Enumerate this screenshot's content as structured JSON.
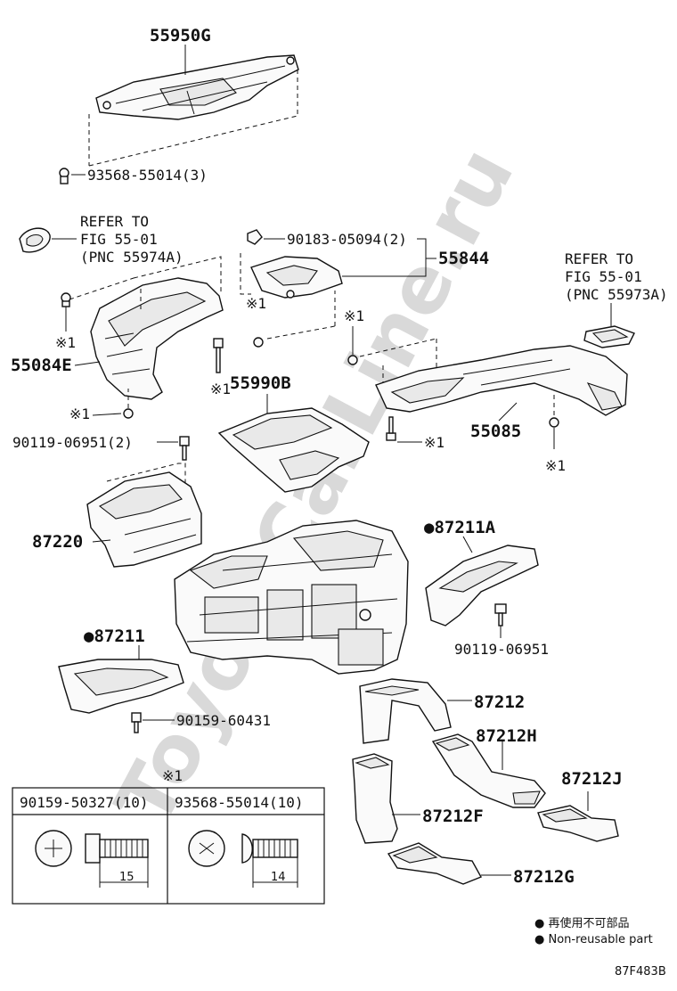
{
  "watermark": "ToyotaCarLine.ru",
  "labels": {
    "p55950G": "55950G",
    "p93568_top": "93568-55014(3)",
    "refer_left_1": "REFER TO",
    "refer_left_2": "FIG 55-01",
    "refer_left_3": "(PNC 55974A)",
    "p90183": "90183-05094(2)",
    "p55844": "55844",
    "refer_right_1": "REFER TO",
    "refer_right_2": "FIG 55-01",
    "refer_right_3": "(PNC 55973A)",
    "p55084E": "55084E",
    "p55990B": "55990B",
    "p55085": "55085",
    "p90119_2": "90119-06951(2)",
    "p87220": "87220",
    "p87211A": "87211A",
    "p90119": "90119-06951",
    "p87211": "87211",
    "p87212": "87212",
    "p90159_60431": "90159-60431",
    "p87212H": "87212H",
    "p87212J": "87212J",
    "p87212F": "87212F",
    "p87212G": "87212G",
    "ref_mark": "※1",
    "dot": "●"
  },
  "table": {
    "mark": "※1",
    "col1_header": "90159-50327(10)",
    "col2_header": "93568-55014(10)",
    "col1_dim": "15",
    "col2_dim": "14"
  },
  "legend": {
    "line1": "再使用不可部品",
    "line2": "Non-reusable part"
  },
  "figure_code": "87F483B"
}
